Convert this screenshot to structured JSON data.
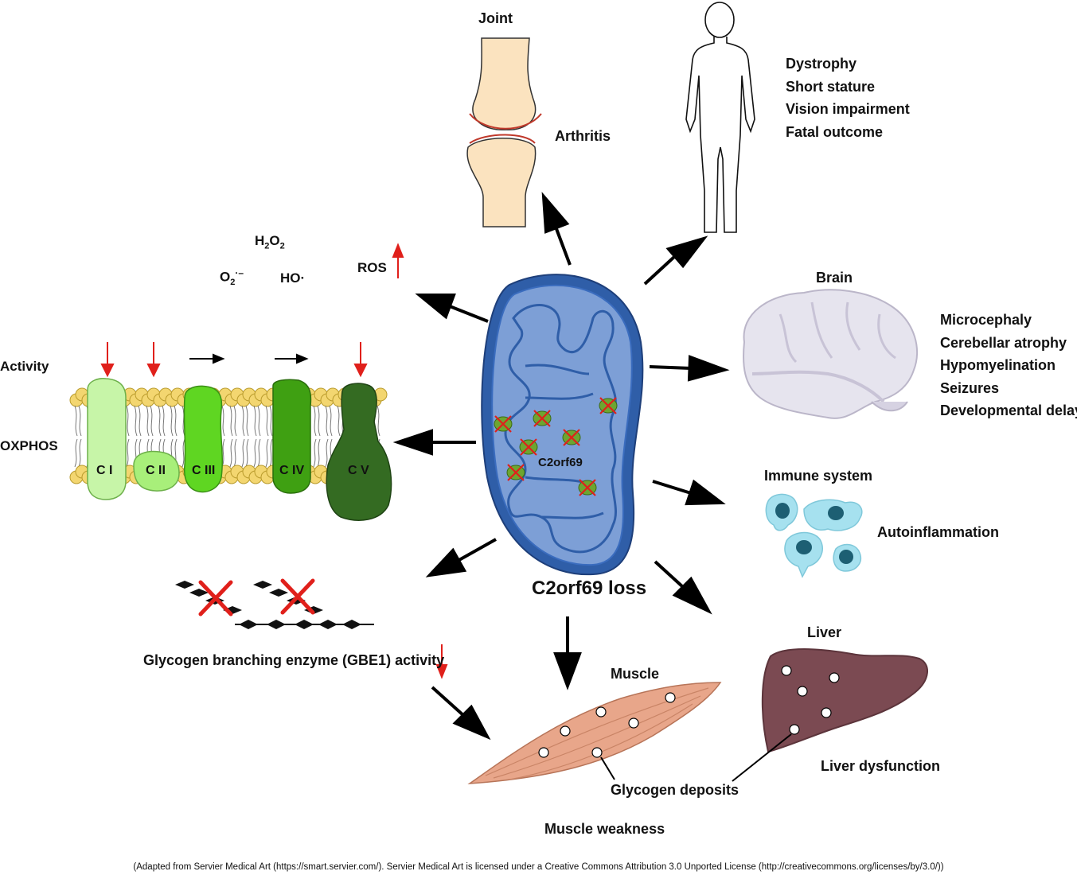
{
  "center": {
    "protein_label": "C2orf69",
    "loss_label": "C2orf69 loss"
  },
  "joint": {
    "title": "Joint",
    "effect": "Arthritis"
  },
  "body": {
    "effects": [
      "Dystrophy",
      "Short stature",
      "Vision impairment",
      "Fatal outcome"
    ]
  },
  "brain": {
    "title": "Brain",
    "effects": [
      "Microcephaly",
      "Cerebellar atrophy",
      "Hypomyelination",
      "Seizures",
      "Developmental delay"
    ]
  },
  "immune": {
    "title": "Immune system",
    "effect": "Autoinflammation"
  },
  "liver": {
    "title": "Liver",
    "effect": "Liver dysfunction"
  },
  "muscle": {
    "title": "Muscle",
    "deposits": "Glycogen deposits",
    "effect": "Muscle weakness"
  },
  "glycogen": {
    "label": "Glycogen branching enzyme (GBE1) activity"
  },
  "ros": {
    "label": "ROS",
    "h2o2": "H",
    "h2o2_sub1": "2",
    "h2o2_mid": "O",
    "h2o2_sub2": "2",
    "superoxide": "O",
    "superoxide_sub": "2",
    "superoxide_sup": "·–",
    "hydroxyl": "HO·"
  },
  "oxphos": {
    "activity_label": "Activity",
    "row_label": "OXPHOS",
    "complexes": [
      "C I",
      "C II",
      "C III",
      "C IV",
      "C V"
    ],
    "activity_change": [
      "decreased",
      "decreased",
      "unchanged",
      "unchanged",
      "decreased"
    ]
  },
  "credit": "(Adapted from Servier Medical Art (https://smart.servier.com/). Servier Medical Art is licensed under a Creative Commons Attribution 3.0 Unported License (http://creativecommons.org/licenses/by/3.0/))",
  "colors": {
    "mito_outer": "#2f5ea8",
    "mito_fill": "#7d9fd6",
    "arrow": "#000000",
    "decrease_arrow": "#e0201b",
    "ci": "#c7f5a8",
    "cii": "#a8ef7a",
    "ciii": "#5fd622",
    "civ": "#3fa012",
    "cv": "#346b22",
    "lipid_head": "#f3d670",
    "muscle": "#e8a68a",
    "liver": "#7b4a52",
    "brain": "#e6e4ee",
    "immune": "#a6e1ef"
  }
}
